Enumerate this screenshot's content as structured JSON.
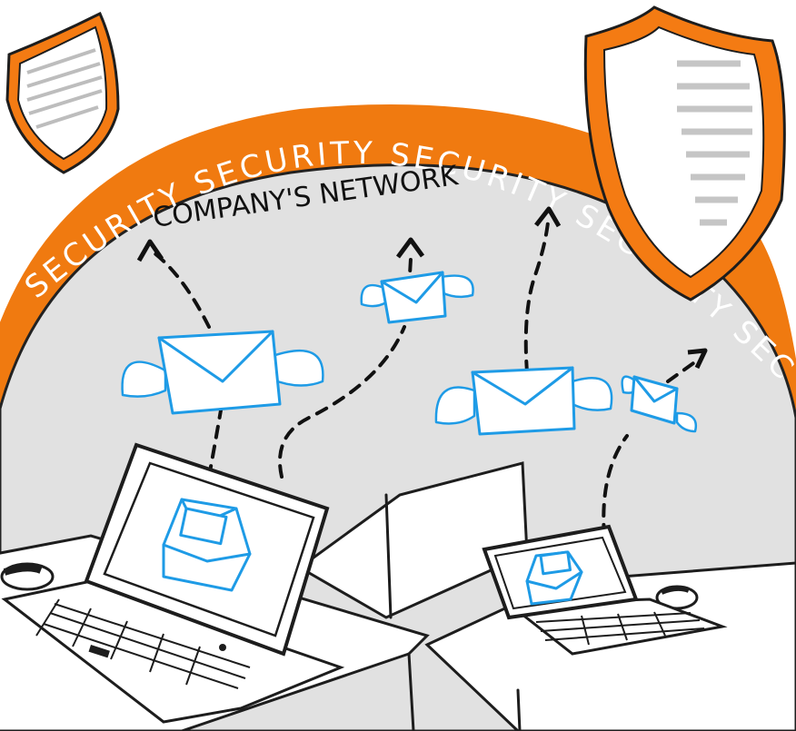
{
  "banner": {
    "ring_word": "SECURITY",
    "ring_text": "SECURITY   SECURITY   SECURITY   SECURITY   SECURITY"
  },
  "network_label": "COMPANY'S NETWORK",
  "icons": [
    "shield-icon",
    "shield-icon",
    "winged-envelope-icon",
    "laptop-icon",
    "envelope-icon",
    "mouse-icon",
    "arrow-icon"
  ],
  "colors": {
    "ring_orange": "#f07a10",
    "shield_orange": "#f47b13",
    "envelope_blue": "#1e9be6",
    "dome_gray": "#e1e1e1"
  }
}
